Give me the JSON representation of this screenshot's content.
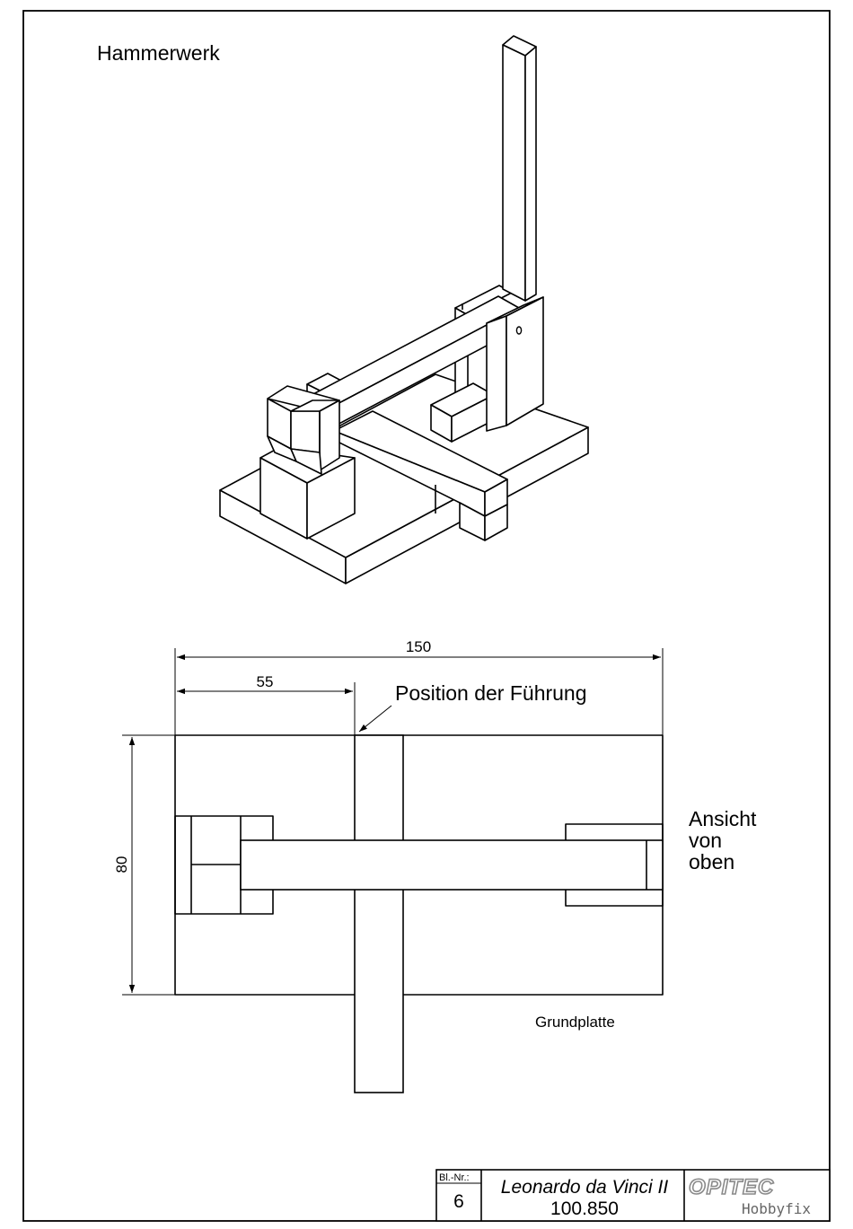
{
  "drawing": {
    "title": "Hammerwerk",
    "view_label_line1": "Ansicht",
    "view_label_line2": "von",
    "view_label_line3": "oben",
    "guide_label": "Position der Führung",
    "base_label": "Grundplatte",
    "dimensions": {
      "total_width": "150",
      "guide_offset": "55",
      "height": "80"
    }
  },
  "title_block": {
    "sheet_label": "Bl.-Nr.:",
    "sheet_number": "6",
    "project_title": "Leonardo da Vinci II",
    "article_number": "100.850",
    "brand": "OPITEC",
    "brand_sub": "Hobbyfix"
  },
  "colors": {
    "line": "#000000",
    "background": "#ffffff",
    "brand_gray": "#8a8a8a"
  }
}
